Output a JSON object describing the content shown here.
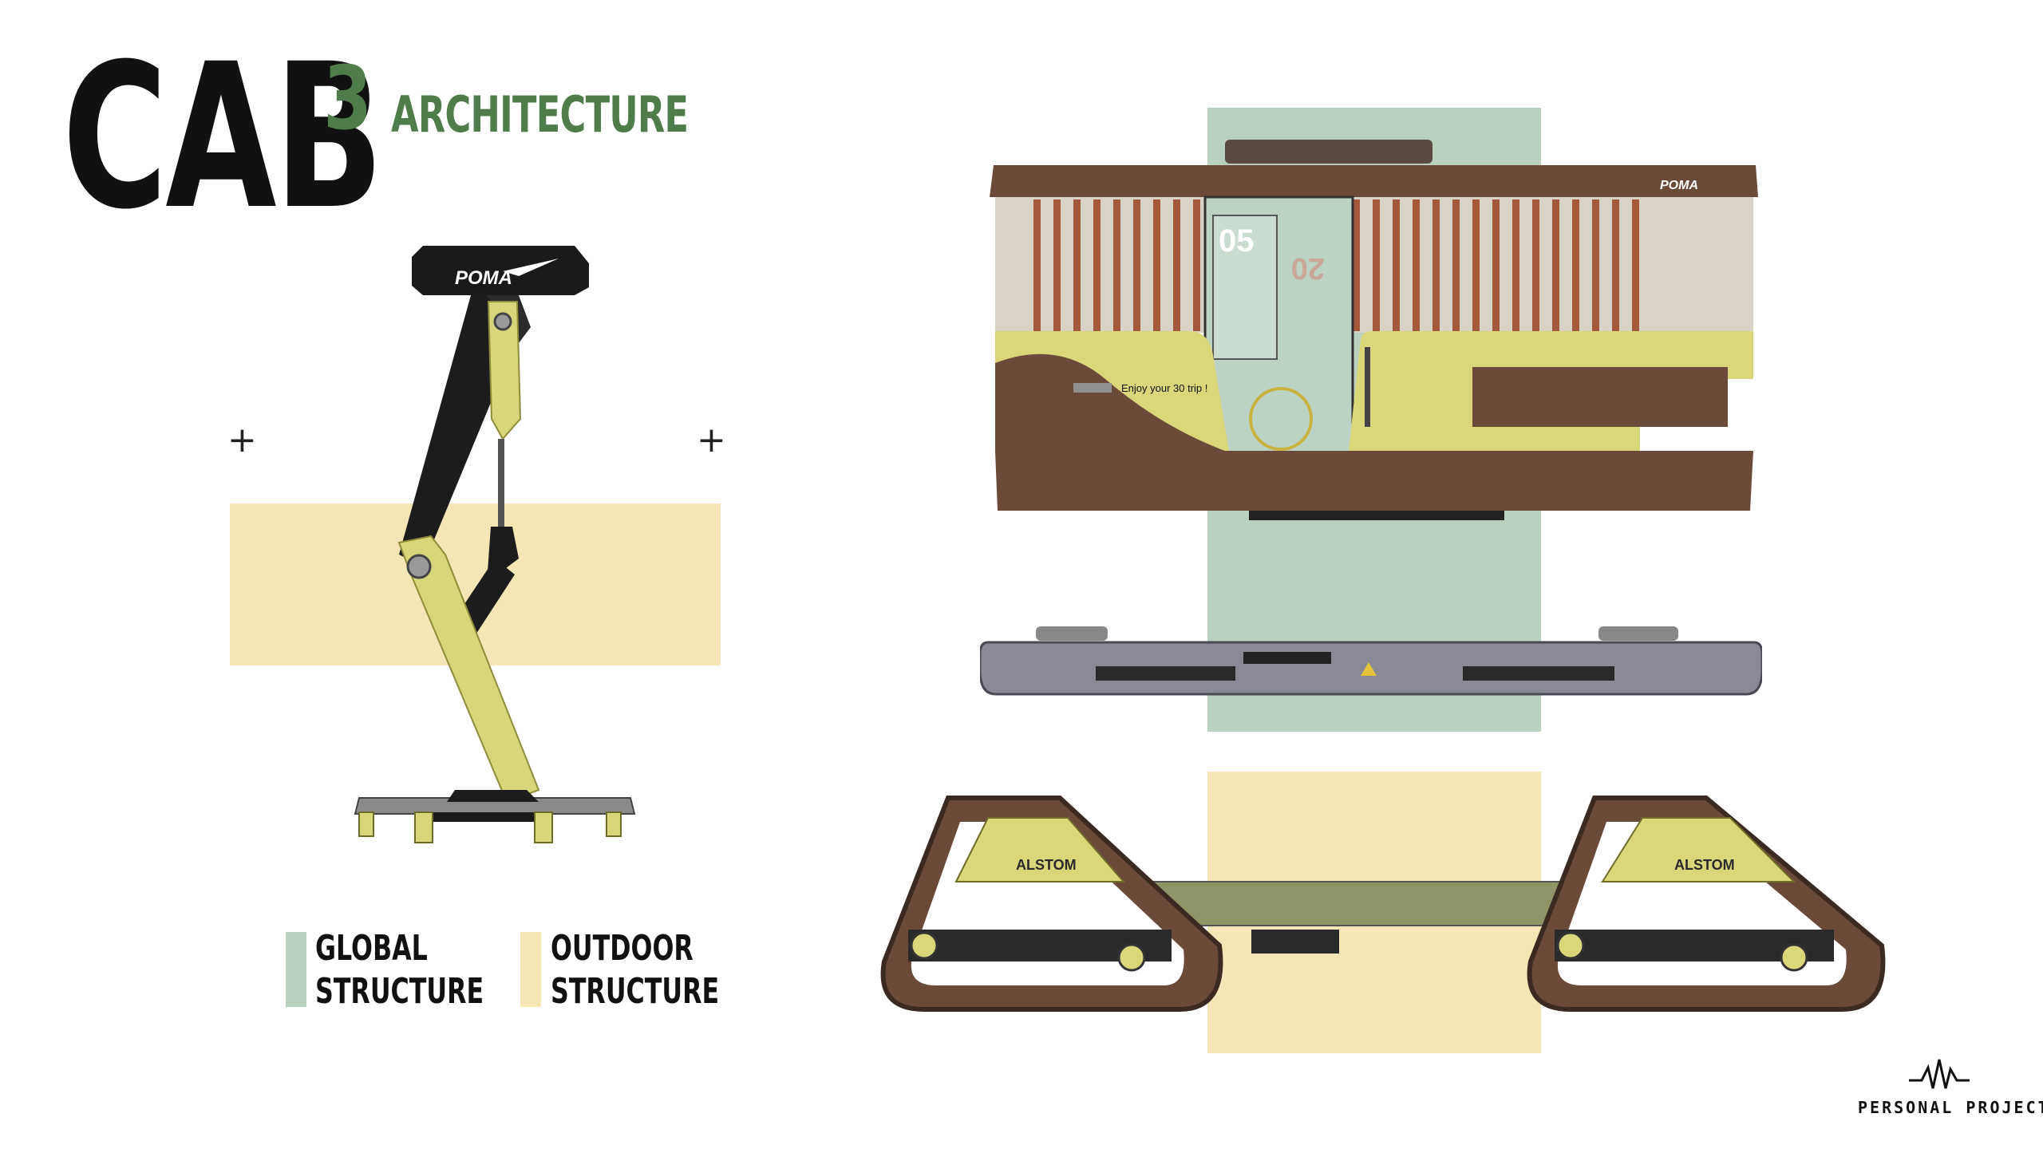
{
  "title": {
    "main": "CAB",
    "superscript": "3",
    "subtitle": "ARCHITECTURE"
  },
  "legend": [
    {
      "line1": "GLOBAL",
      "line2": "STRUCTURE",
      "color": "#b9d1be"
    },
    {
      "line1": "OUTDOOR",
      "line2": "STRUCTURE",
      "color": "#f5e6b5"
    }
  ],
  "brands": {
    "arm": "POMA",
    "cabin": "POMA",
    "tracks_left": "ALSTOM",
    "tracks_right": "ALSTOM"
  },
  "cabin_display": {
    "left_number": "05",
    "right_number": "20",
    "door_message": "Enjoy your 30 trip !"
  },
  "footer": {
    "label": "PERSONAL PROJECT"
  },
  "colors": {
    "accent_green": "#4e7c4a",
    "global_structure": "#b9d1be",
    "outdoor_structure": "#f5e6b5",
    "body_yellow": "#d9d77a",
    "rust_brown": "#6b4a3a"
  }
}
